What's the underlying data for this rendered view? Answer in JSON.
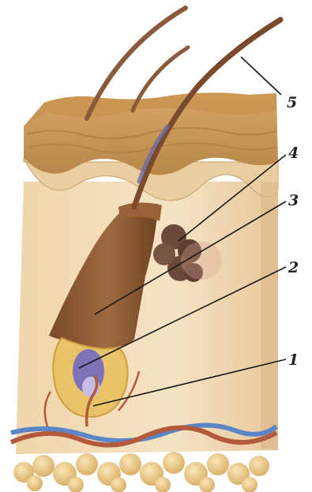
{
  "figure": {
    "subject": "hair-follicle-skin-cross-section",
    "callouts": [
      {
        "label": "5",
        "target": "hair-shaft"
      },
      {
        "label": "4",
        "target": "sebaceous-gland"
      },
      {
        "label": "3",
        "target": "hair-follicle"
      },
      {
        "label": "2",
        "target": "hair-papilla"
      },
      {
        "label": "1",
        "target": "blood-vessel"
      }
    ],
    "colors": {
      "epidermis": "#c99a57",
      "dermis": "#f1dcb4",
      "follicle": "#8f5a34",
      "gland": "#6b4a39",
      "papilla": "#7d74b8",
      "artery": "#b45a3c",
      "vein": "#5a86c8",
      "fat": "#e9c988"
    }
  }
}
